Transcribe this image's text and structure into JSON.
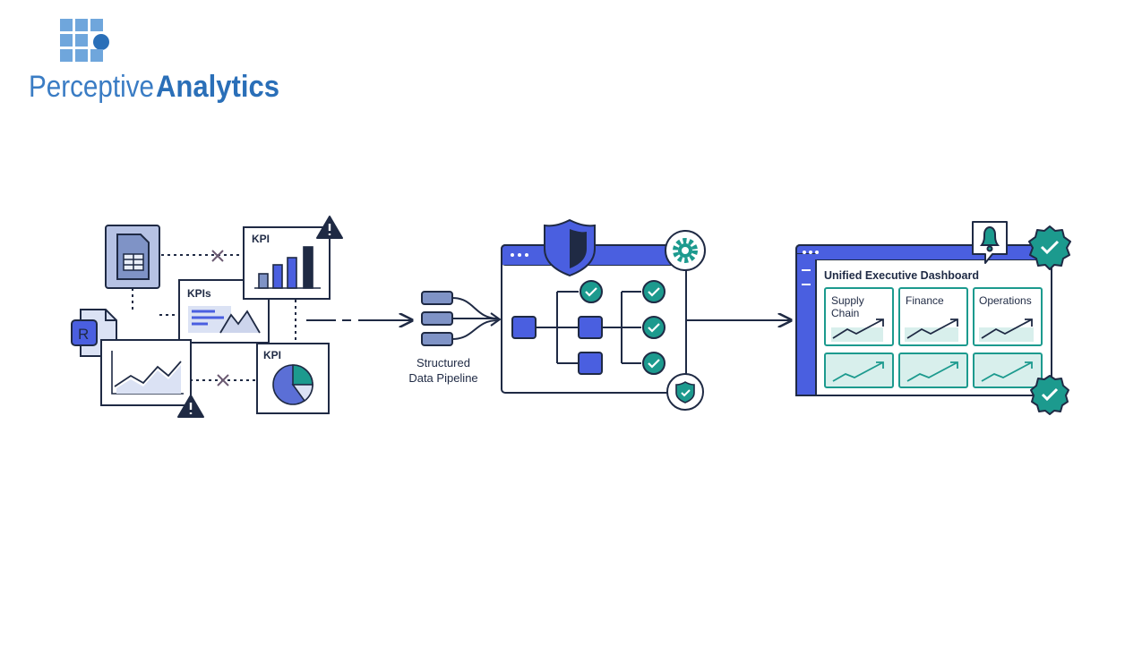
{
  "logo": {
    "word1": "Perceptive",
    "word2": "Analytics",
    "colors": {
      "light": "#6fa6dc",
      "dark": "#2a6fb8"
    }
  },
  "sources": {
    "kpi_bar_title": "KPI",
    "kpis_title": "KPIs",
    "kpi_pie_title": "KPI",
    "r_file_letter": "R",
    "icons": [
      "spreadsheet-icon",
      "r-file-icon",
      "warning-icon",
      "x-mark-icon",
      "bar-chart-icon",
      "pie-chart-icon",
      "line-chart-icon"
    ]
  },
  "pipeline": {
    "label_line1": "Structured",
    "label_line2": "Data Pipeline",
    "icons": [
      "database-stack-icon",
      "shield-icon",
      "gear-icon",
      "check-badge-icon",
      "shield-check-icon"
    ]
  },
  "dashboard": {
    "title": "Unified Executive Dashboard",
    "tiles": [
      "Supply Chain",
      "Finance",
      "Operations"
    ],
    "tile_supply_line1": "Supply",
    "tile_supply_line2": "Chain",
    "icons": [
      "bell-icon",
      "check-badge-icon",
      "trend-up-icon"
    ]
  },
  "colors": {
    "navy": "#1f2a44",
    "blue": "#4a5fe0",
    "teal": "#1c9a8e",
    "tile_fill": "#d8efec",
    "slate": "#7f93c6"
  }
}
